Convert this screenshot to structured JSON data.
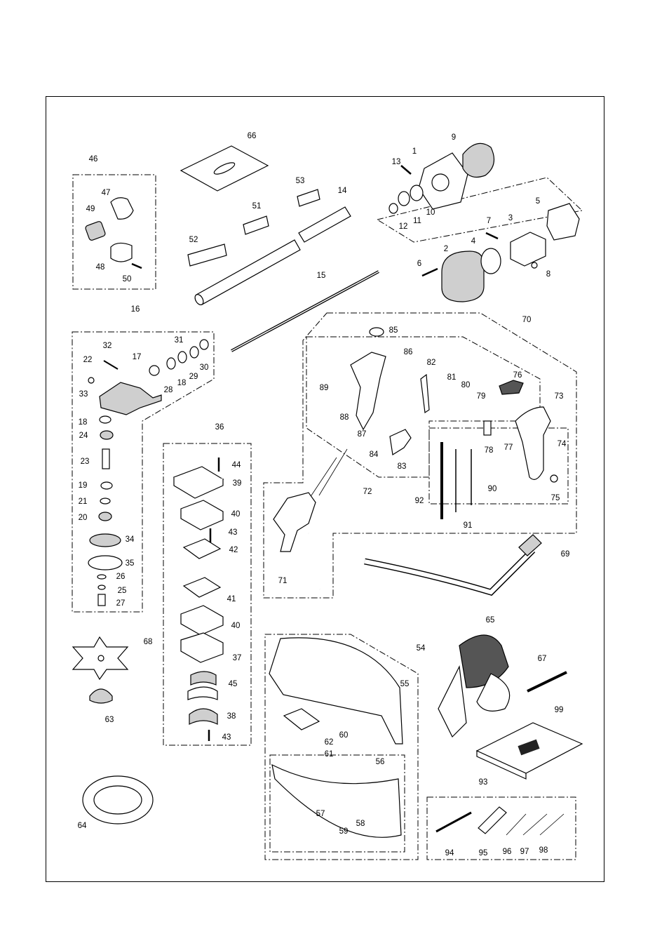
{
  "diagram": {
    "labels": [
      "1",
      "2",
      "3",
      "4",
      "5",
      "6",
      "7",
      "8",
      "9",
      "10",
      "11",
      "12",
      "13",
      "14",
      "15",
      "16",
      "17",
      "18",
      "18",
      "19",
      "20",
      "21",
      "22",
      "23",
      "24",
      "25",
      "26",
      "27",
      "28",
      "29",
      "30",
      "31",
      "32",
      "33",
      "34",
      "35",
      "36",
      "37",
      "38",
      "39",
      "40",
      "40",
      "41",
      "42",
      "43",
      "43",
      "44",
      "45",
      "46",
      "47",
      "48",
      "49",
      "50",
      "51",
      "52",
      "53",
      "54",
      "55",
      "56",
      "57",
      "58",
      "59",
      "60",
      "61",
      "62",
      "63",
      "64",
      "65",
      "66",
      "67",
      "68",
      "69",
      "70",
      "71",
      "72",
      "73",
      "74",
      "75",
      "76",
      "77",
      "78",
      "79",
      "80",
      "81",
      "82",
      "83",
      "84",
      "85",
      "86",
      "87",
      "88",
      "89",
      "90",
      "91",
      "92",
      "93",
      "94",
      "95",
      "96",
      "97",
      "98",
      "99"
    ]
  },
  "colors": {
    "ink": "#000000",
    "paper": "#ffffff",
    "shade": "#cfcfcf"
  }
}
